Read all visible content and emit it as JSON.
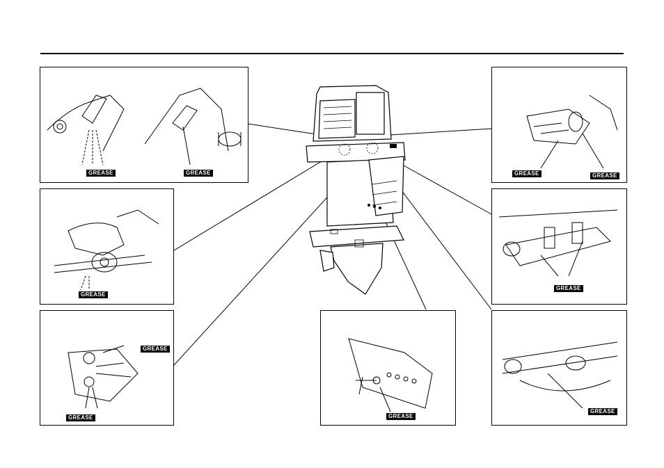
{
  "grease_label": "GREASE",
  "panels": [
    {
      "id": "panel-top-left",
      "label_count": 2
    },
    {
      "id": "panel-mid-left",
      "label_count": 1
    },
    {
      "id": "panel-bottom-left",
      "label_count": 2
    },
    {
      "id": "panel-bottom-center",
      "label_count": 1
    },
    {
      "id": "panel-top-right",
      "label_count": 2
    },
    {
      "id": "panel-mid-right",
      "label_count": 1
    },
    {
      "id": "panel-bottom-right",
      "label_count": 1
    }
  ]
}
